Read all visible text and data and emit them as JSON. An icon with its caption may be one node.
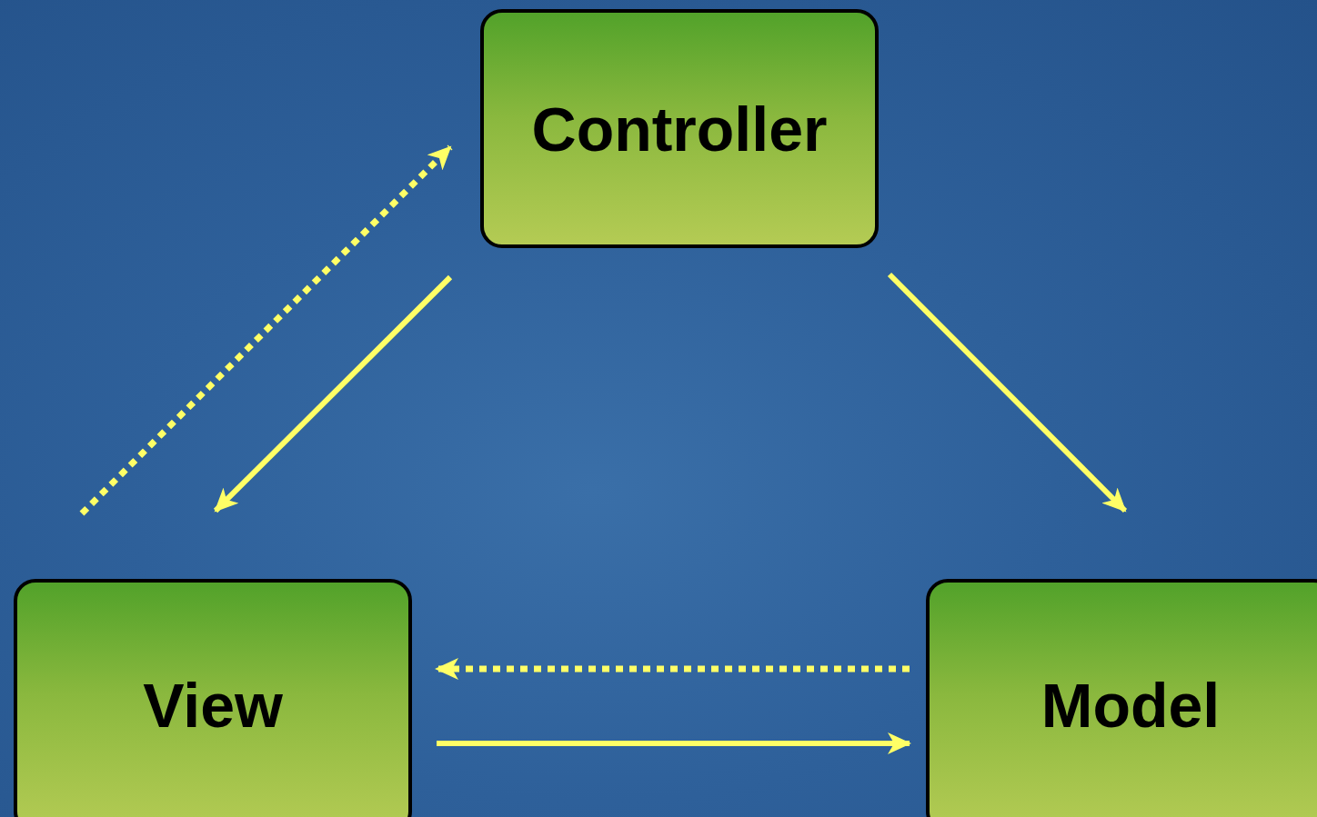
{
  "diagram": {
    "nodes": [
      {
        "text": [
          "Controller"
        ]
      },
      {
        "text": [
          "View"
        ]
      },
      {
        "text": [
          "Model"
        ]
      }
    ],
    "edges": [
      {
        "from": 1,
        "to": 0,
        "arrow": "to",
        "style": "dashed"
      },
      {
        "from": 0,
        "to": 1,
        "arrow": "to"
      },
      {
        "from": 0,
        "to": 2,
        "arrow": "to"
      },
      {
        "from": 2,
        "to": 1,
        "arrow": "to",
        "style": "dashed"
      },
      {
        "from": 1,
        "to": 2,
        "arrow": "to"
      }
    ]
  }
}
